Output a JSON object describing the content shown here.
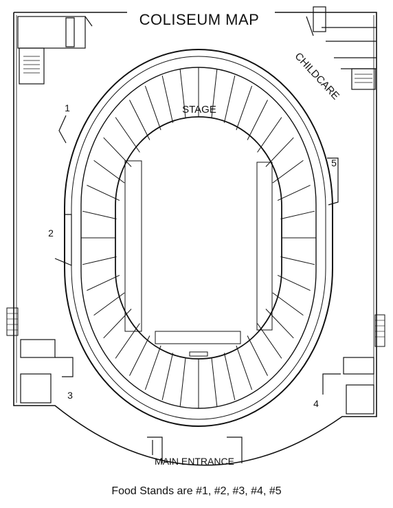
{
  "map": {
    "title": "COLISEUM MAP",
    "stage_label": "STAGE",
    "childcare_label": "CHILDCARE",
    "main_entrance_label": "MAIN ENTRANCE",
    "food_stand_markers": [
      "1",
      "2",
      "3",
      "4",
      "5"
    ],
    "caption": "Food Stands are #1, #2, #3, #4, #5",
    "colors": {
      "ink": "#111111",
      "background": "#ffffff"
    }
  }
}
